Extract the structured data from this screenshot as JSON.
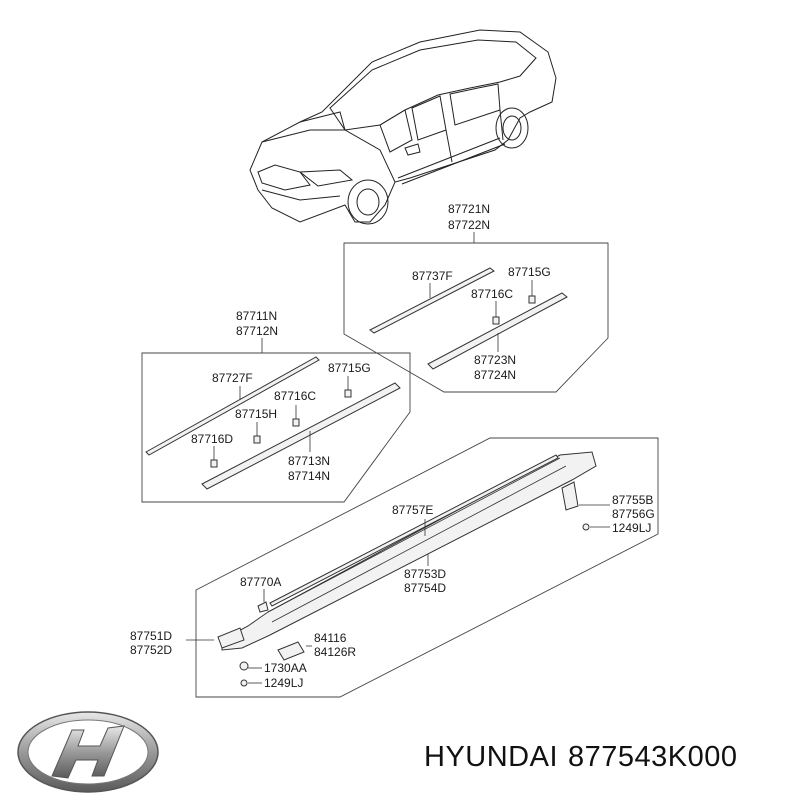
{
  "brand": {
    "name": "HYUNDAI",
    "part_number": "877543K000",
    "logo": "hyundai-logo"
  },
  "labels": {
    "l_87721N": "87721N",
    "l_87722N": "87722N",
    "l_87737F": "87737F",
    "l_87715G_a": "87715G",
    "l_87716C_a": "87716C",
    "l_87723N": "87723N",
    "l_87724N": "87724N",
    "l_87711N": "87711N",
    "l_87712N": "87712N",
    "l_87727F": "87727F",
    "l_87715G_b": "87715G",
    "l_87716C_b": "87716C",
    "l_87715H": "87715H",
    "l_87716D": "87716D",
    "l_87713N": "87713N",
    "l_87714N": "87714N",
    "l_87757E": "87757E",
    "l_87755B": "87755B",
    "l_87756G": "87756G",
    "l_1249LJ_a": "1249LJ",
    "l_87770A": "87770A",
    "l_87753D": "87753D",
    "l_87754D": "87754D",
    "l_87751D": "87751D",
    "l_87752D": "87752D",
    "l_84116": "84116",
    "l_84126R": "84126R",
    "l_1730AA": "1730AA",
    "l_1249LJ_b": "1249LJ"
  }
}
